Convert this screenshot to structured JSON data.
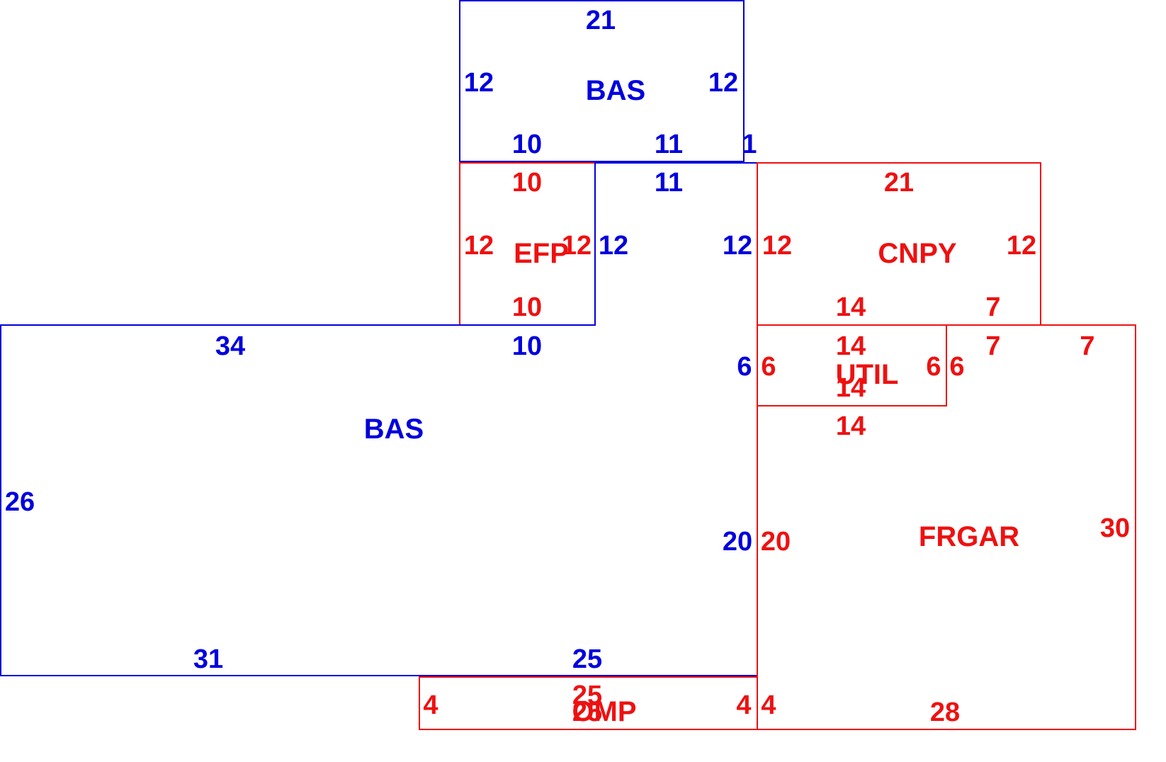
{
  "colors": {
    "living_area": "#0000dd",
    "other_area": "#ee1111",
    "background": "#ffffff"
  },
  "areas": {
    "bas_upper": {
      "name": "BAS",
      "top": "21",
      "left": "12",
      "right": "12",
      "bottom_left": "10",
      "bottom_mid": "11",
      "bottom_right": "1"
    },
    "efp": {
      "name": "EFP",
      "top": "10",
      "left": "12",
      "right": "12",
      "bottom": "10"
    },
    "bas_main": {
      "name": "BAS",
      "notch_top": "11",
      "notch_left": "12",
      "notch_right": "12",
      "top_left": "34",
      "top_notch": "10",
      "right_upper": "6",
      "left": "26",
      "right_lower": "20",
      "bottom_left": "31",
      "bottom_right": "25"
    },
    "cnpy": {
      "name": "CNPY",
      "top": "21",
      "left": "12",
      "right": "12",
      "bottom_left": "14",
      "bottom_right": "7"
    },
    "util": {
      "name": "UTIL",
      "top": "14",
      "left": "6",
      "right": "6",
      "bottom": "14"
    },
    "frgar": {
      "name": "FRGAR",
      "top_left": "14",
      "top_mid": "7",
      "top_right": "7",
      "left_upper": "6",
      "inner_top": "14",
      "left_lower": "20",
      "right": "30",
      "left_bottom": "4",
      "bottom": "28"
    },
    "omp": {
      "name": "OMP",
      "top": "25",
      "left": "4",
      "right": "4",
      "bottom": "25"
    }
  }
}
